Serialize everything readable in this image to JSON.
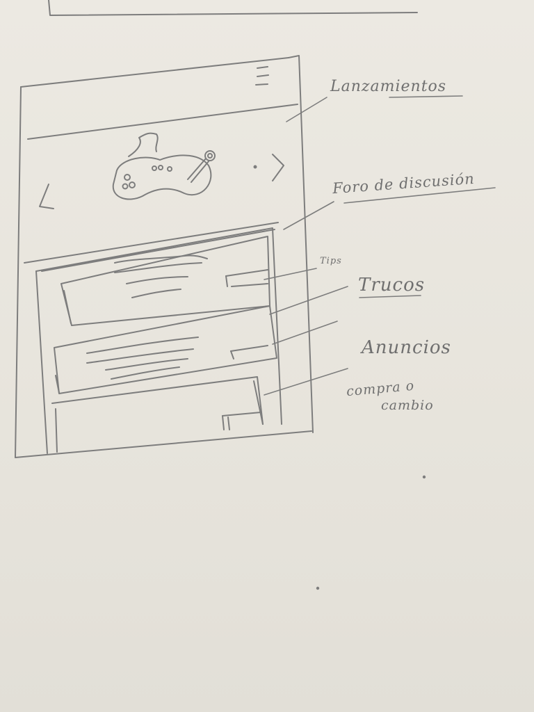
{
  "annotations": {
    "lanzamientos": "Lanzamientos",
    "foro": "Foro de discusión",
    "tips": "Tips",
    "trucos": "Trucos",
    "anuncios": "Anuncios",
    "compra": "compra o",
    "cambio": "cambio"
  },
  "icons": {
    "menu": "hamburger-menu-icon",
    "prev": "chevron-left-icon",
    "next": "chevron-right-icon",
    "controller": "gamepad-icon"
  },
  "colors": {
    "paper": "#e9e6de",
    "pencil": "#7b7b7b"
  }
}
